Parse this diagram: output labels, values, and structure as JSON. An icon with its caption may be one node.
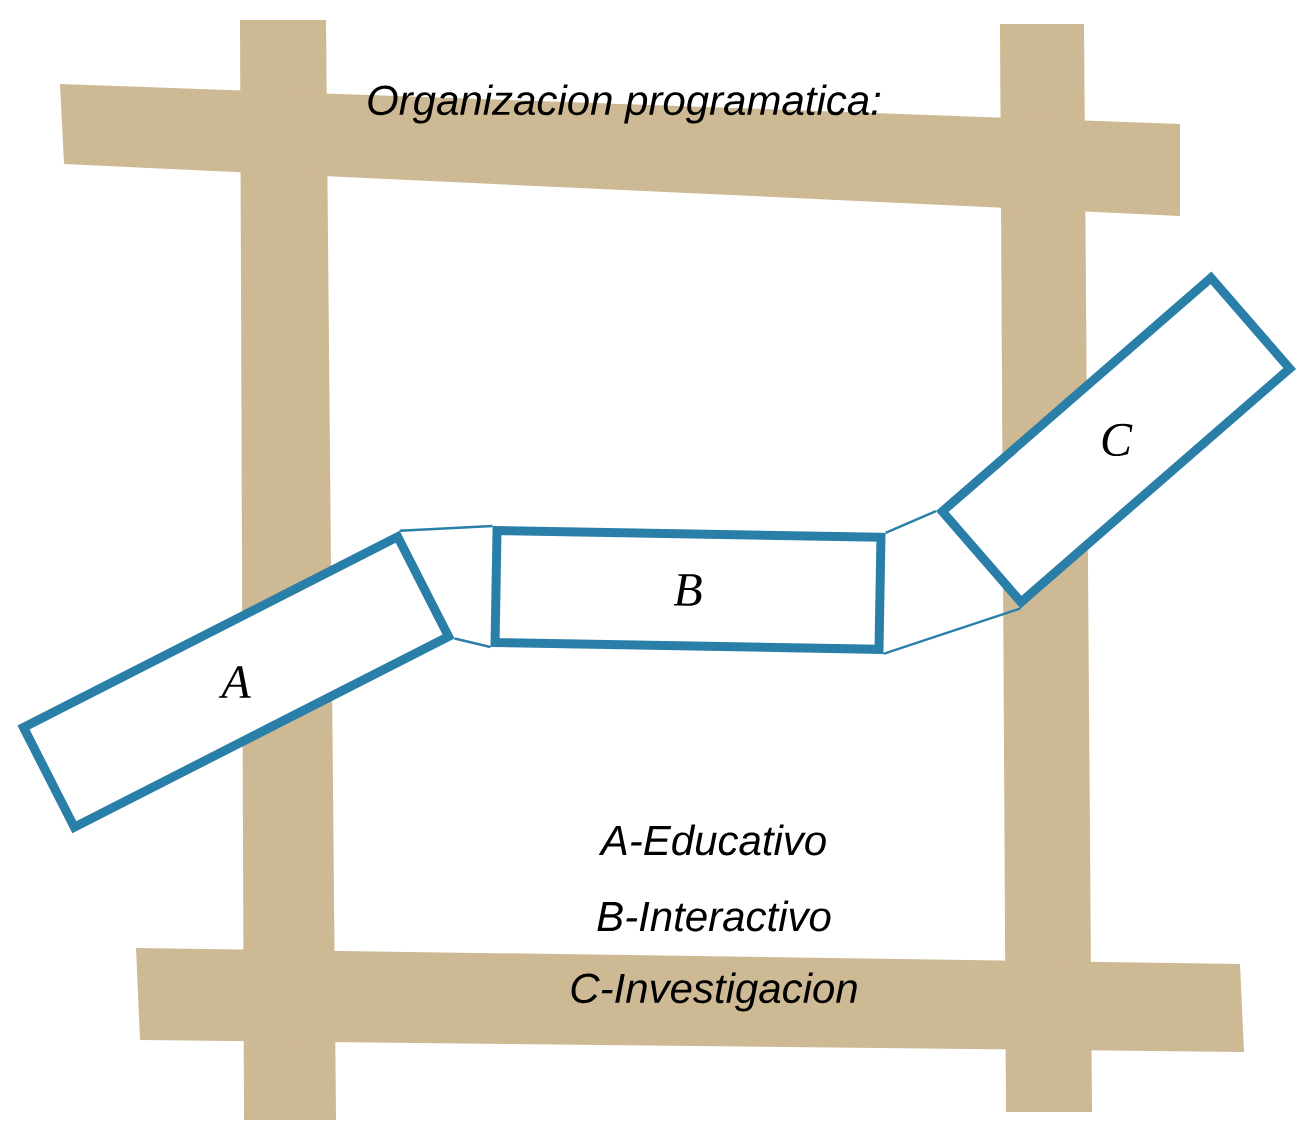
{
  "diagram": {
    "title": "Organizacion programatica:",
    "nodes": [
      {
        "text": [
          "A"
        ]
      },
      {
        "text": [
          "B"
        ]
      },
      {
        "text": [
          "C"
        ]
      }
    ],
    "edges": [
      {
        "from": 0,
        "to": 1,
        "arrow": "none"
      },
      {
        "from": 0,
        "to": 1,
        "arrow": "none"
      },
      {
        "from": 1,
        "to": 2,
        "arrow": "none"
      },
      {
        "from": 1,
        "to": 2,
        "arrow": "none"
      }
    ],
    "labels": [
      "A-Educativo",
      "B-Interactivo",
      "C-Investigacion"
    ]
  }
}
